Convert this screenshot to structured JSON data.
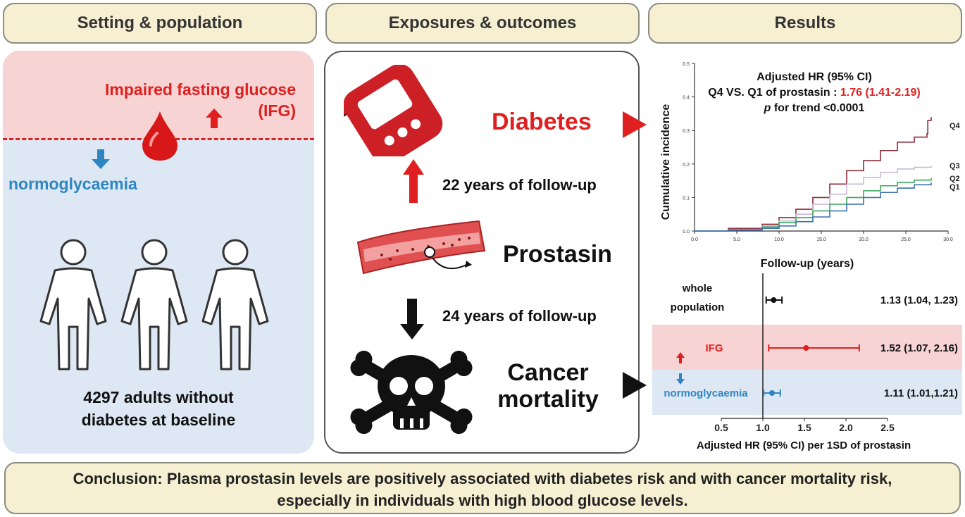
{
  "headers": {
    "setting": "Setting & population",
    "exposures": "Exposures & outcomes",
    "results": "Results"
  },
  "setting": {
    "ifg_label_line1": "Impaired fasting glucose",
    "ifg_label_line2": "(IFG)",
    "normo_label": "normoglycaemia",
    "population_line1": "4297 adults without",
    "population_line2": "diabetes at baseline",
    "colors": {
      "ifg_bg": "#f8d3d3",
      "normo_bg": "#dde8f4",
      "red": "#e02020",
      "blue": "#2e86c1"
    }
  },
  "exposures": {
    "diabetes": "Diabetes",
    "followup_diabetes": "22 years of follow-up",
    "prostasin": "Prostasin",
    "followup_cancer": "24 years of follow-up",
    "cancer_line1": "Cancer",
    "cancer_line2": "mortality",
    "icons": [
      "glucose-meter-icon",
      "arrow-up-icon",
      "blood-vessel-icon",
      "arrow-down-icon",
      "skull-crossbones-icon"
    ]
  },
  "results": {
    "km_title1": "Adjusted HR (95% CI)",
    "km_title2_prefix": "Q4 VS. Q1 of prostasin : ",
    "km_title2_value": "1.76 (1.41-2.19)",
    "km_title3_p": "p",
    "km_title3_rest": " for trend <0.0001",
    "forest_xlabel": "Adjusted HR (95% CI) per 1SD of prostasin"
  },
  "chart_data": [
    {
      "type": "line",
      "title": "",
      "xlabel": "Follow-up (years)",
      "ylabel": "Cumulative incidence",
      "xlim": [
        0,
        30
      ],
      "ylim": [
        0,
        0.5
      ],
      "xticks": [
        "0.0",
        "5.0",
        "10.0",
        "15.0",
        "20.0",
        "25.0",
        "30.0"
      ],
      "yticks": [
        "0.0",
        "0.1",
        "0.2",
        "0.3",
        "0.4",
        "0.5"
      ],
      "grid": false,
      "series": [
        {
          "name": "Q4",
          "color": "#8b2a3a",
          "x": [
            0,
            4,
            8,
            10,
            12,
            14,
            16,
            18,
            20,
            22,
            24,
            26,
            27.5,
            27.6,
            28
          ],
          "y": [
            0,
            0.008,
            0.02,
            0.04,
            0.065,
            0.1,
            0.14,
            0.18,
            0.21,
            0.24,
            0.265,
            0.28,
            0.29,
            0.33,
            0.34
          ]
        },
        {
          "name": "Q3",
          "color": "#c9b8d8",
          "x": [
            0,
            4,
            8,
            10,
            12,
            14,
            16,
            18,
            20,
            22,
            24,
            26,
            28
          ],
          "y": [
            0,
            0.005,
            0.015,
            0.03,
            0.05,
            0.08,
            0.11,
            0.14,
            0.16,
            0.175,
            0.185,
            0.19,
            0.195
          ]
        },
        {
          "name": "Q2",
          "color": "#3aa85a",
          "x": [
            0,
            4,
            8,
            10,
            12,
            14,
            16,
            18,
            20,
            22,
            24,
            26,
            28
          ],
          "y": [
            0,
            0.004,
            0.012,
            0.025,
            0.04,
            0.06,
            0.08,
            0.1,
            0.12,
            0.135,
            0.145,
            0.152,
            0.158
          ]
        },
        {
          "name": "Q1",
          "color": "#3b6fb6",
          "x": [
            0,
            4,
            8,
            10,
            12,
            14,
            16,
            18,
            20,
            22,
            24,
            26,
            28
          ],
          "y": [
            0,
            0.003,
            0.008,
            0.015,
            0.028,
            0.042,
            0.06,
            0.08,
            0.1,
            0.115,
            0.128,
            0.138,
            0.145
          ]
        }
      ]
    },
    {
      "type": "forest",
      "xlabel": "Adjusted HR (95% CI) per 1SD of prostasin",
      "xlim": [
        0.5,
        2.5
      ],
      "xticks": [
        "0.5",
        "1.0",
        "1.5",
        "2.0",
        "2.5"
      ],
      "reference_line": 1.0,
      "rows": [
        {
          "label_line1": "whole",
          "label_line2": "population",
          "hr": 1.13,
          "lo": 1.04,
          "hi": 1.23,
          "text": "1.13 (1.04, 1.23)",
          "color": "#111111",
          "band": ""
        },
        {
          "label_line1": "IFG",
          "label_line2": "",
          "hr": 1.52,
          "lo": 1.07,
          "hi": 2.16,
          "text": "1.52 (1.07, 2.16)",
          "color": "#e02020",
          "band": "#f8d3d3"
        },
        {
          "label_line1": "normoglycaemia",
          "label_line2": "",
          "hr": 1.11,
          "lo": 1.01,
          "hi": 1.21,
          "text": "1.11 (1.01,1.21)",
          "color": "#2e86c1",
          "band": "#dde8f4"
        }
      ]
    }
  ],
  "conclusion": {
    "line1": "Conclusion: Plasma prostasin levels are positively associated with diabetes risk and with cancer mortality risk,",
    "line2": "especially in individuals with high blood glucose levels."
  }
}
